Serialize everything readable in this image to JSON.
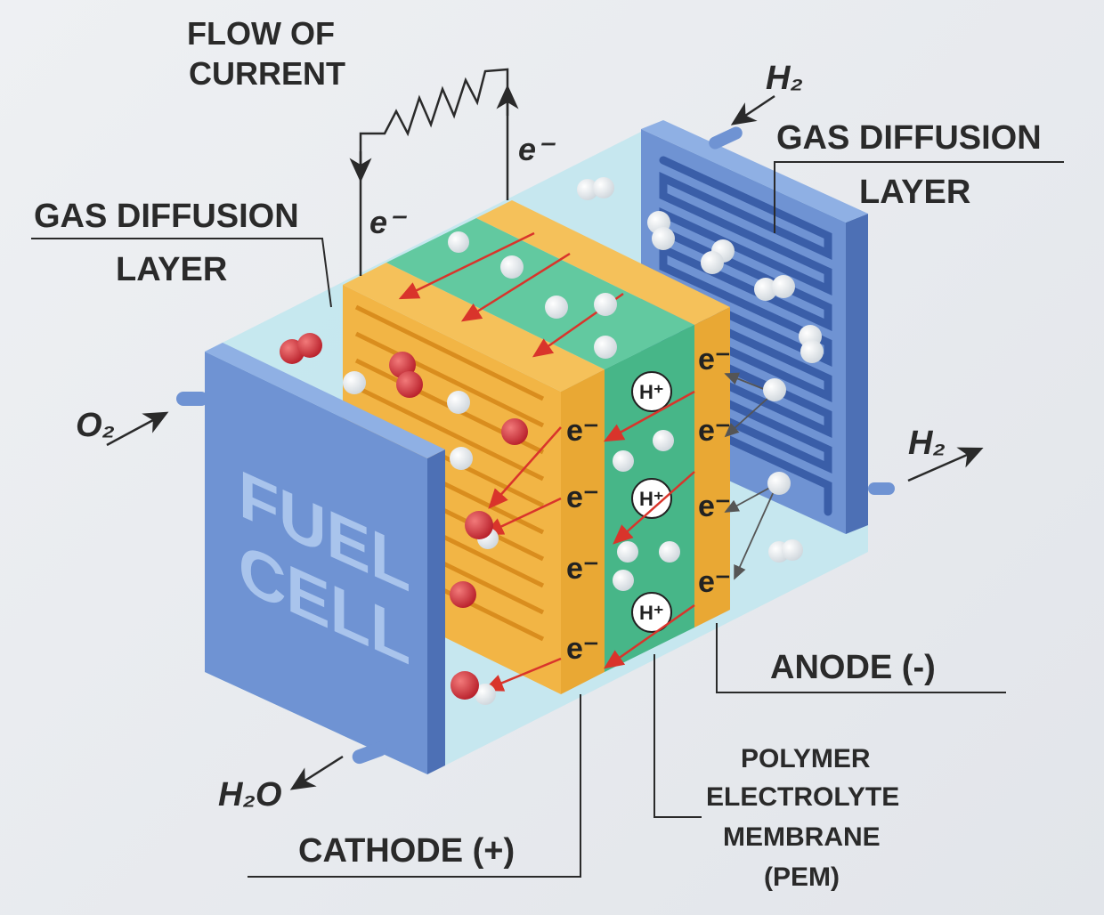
{
  "title": "Fuel cell diagram",
  "labels": {
    "flow_of_current_line1": "FLOW OF",
    "flow_of_current_line2": "CURRENT",
    "gdl_left_line1": "GAS DIFFUSION",
    "gdl_left_line2": "LAYER",
    "gdl_right_line1": "GAS DIFFUSION",
    "gdl_right_line2": "LAYER",
    "anode": "ANODE (-)",
    "pem_line1": "POLYMER",
    "pem_line2": "ELECTROLYTE",
    "pem_line3": "MEMBRANE",
    "pem_line4": "(PEM)",
    "cathode": "CATHODE (+)",
    "fuel_line1": "FUEL",
    "fuel_line2": "CELL"
  },
  "chemicals": {
    "electron": "e⁻",
    "proton": "H⁺",
    "hydrogen_in": "H₂",
    "hydrogen_out": "H₂",
    "oxygen_in": "O₂",
    "water_out": "H₂O"
  },
  "colors": {
    "plate_blue": "#6f93d3",
    "orange_layer": "#f2b545",
    "pem_green": "#4fbf93",
    "translucent_box": "#bfe6ee",
    "electron_arrow": "#d9342b",
    "oxygen_red": "#d6343a"
  }
}
